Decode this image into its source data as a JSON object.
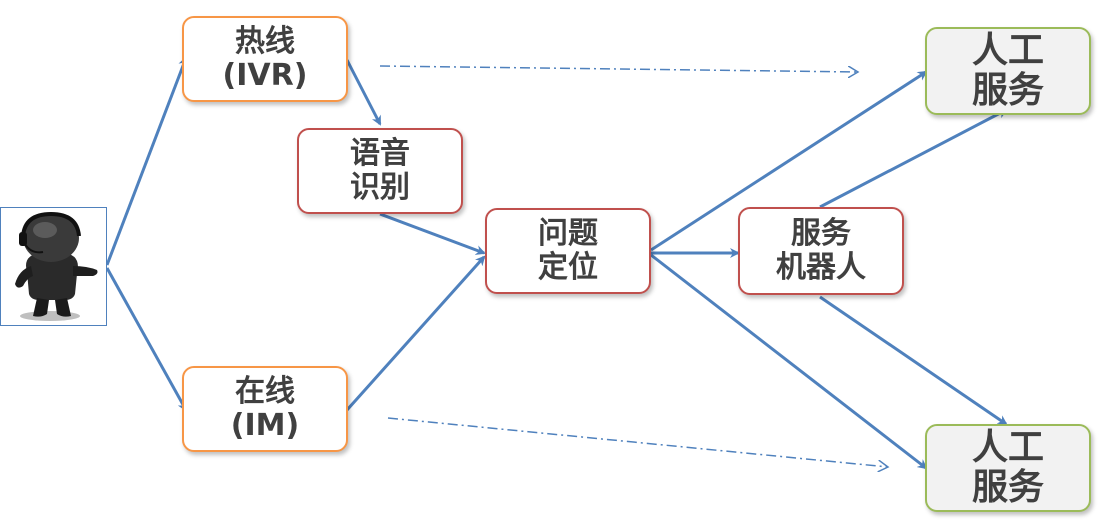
{
  "nodes": {
    "hotline": {
      "line1": "热线",
      "line2": "(IVR)"
    },
    "speech_recognition": {
      "line1": "语音",
      "line2": "识别"
    },
    "problem_locating": {
      "line1": "问题",
      "line2": "定位"
    },
    "service_robot": {
      "line1": "服务",
      "line2": "机器人"
    },
    "online": {
      "line1": "在线",
      "line2": "(IM)"
    },
    "human_service_top": {
      "line1": "人工",
      "line2": "服务"
    },
    "human_service_bottom": {
      "line1": "人工",
      "line2": "服务"
    }
  },
  "icons": {
    "user": "user-avatar-icon"
  },
  "colors": {
    "arrow": "#4f81bd",
    "orange_border": "#f79646",
    "red_border": "#c0504d",
    "green_border": "#9bbb59",
    "text": "#404040"
  }
}
